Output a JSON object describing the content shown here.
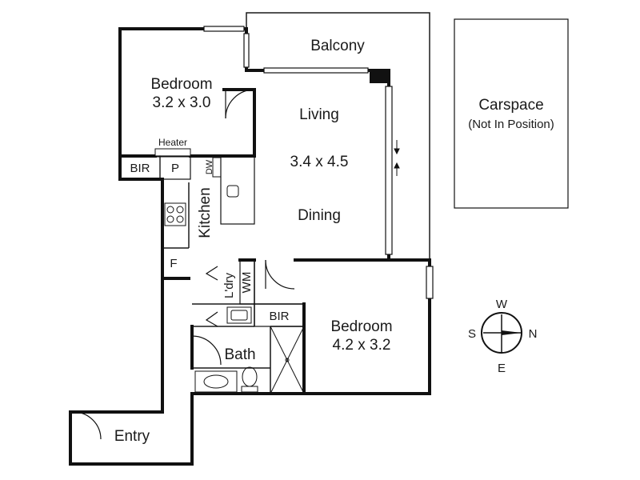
{
  "rooms": {
    "balcony": "Balcony",
    "bedroom1": {
      "name": "Bedroom",
      "size": "3.2 x 3.0"
    },
    "living": "Living",
    "living_size": "3.4 x 4.5",
    "dining": "Dining",
    "kitchen": "Kitchen",
    "bedroom2": {
      "name": "Bedroom",
      "size": "4.2 x 3.2"
    },
    "bath": "Bath",
    "laundry": "L'dry",
    "entry": "Entry"
  },
  "fixtures": {
    "heater": "Heater",
    "bir1": "BIR",
    "pantry": "P",
    "dishwasher": "DW",
    "fridge": "F",
    "washing_machine": "WM",
    "bir2": "BIR"
  },
  "carspace": {
    "title": "Carspace",
    "note": "(Not In Position)"
  },
  "compass": {
    "north": "N",
    "south": "S",
    "east": "E",
    "west": "W"
  }
}
